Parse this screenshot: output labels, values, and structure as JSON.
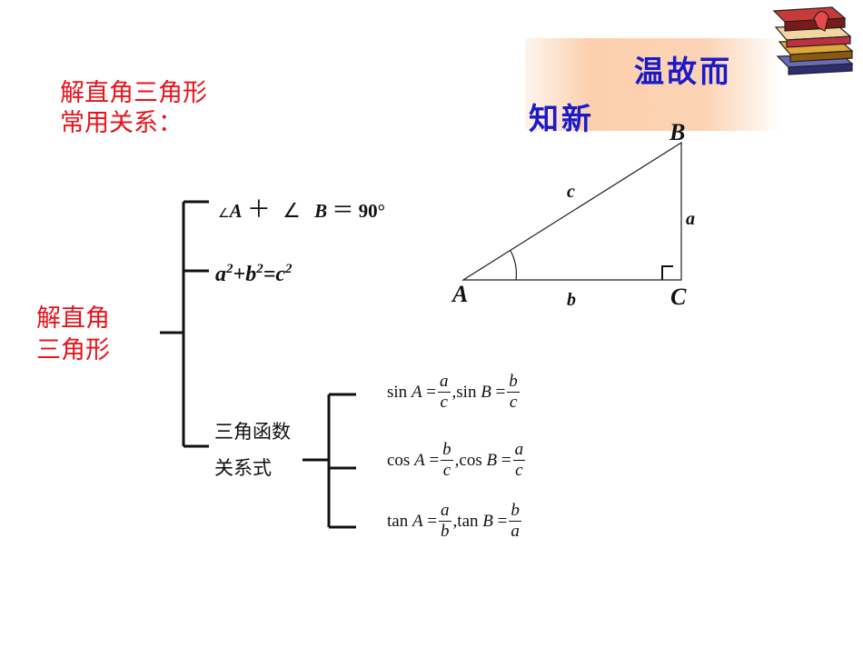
{
  "title": {
    "line1": "解直角三角形",
    "line2": "常用关系："
  },
  "banner": {
    "line1": "温故而",
    "line2": "知新"
  },
  "left_label": {
    "line1": "解直角",
    "line2": "三角形"
  },
  "relations": {
    "angle_sum": {
      "angle_a_symbol": "∠",
      "a": "A",
      "plus": "＋",
      "angle_b_symbol": "∠",
      "b": "B",
      "equals": "＝",
      "value": "90°"
    },
    "pythagoras": {
      "a": "a",
      "sup_a": "2",
      "plus": "+",
      "b": "b",
      "sup_b": "2",
      "eq": "=",
      "c": "c",
      "sup_c": "2"
    }
  },
  "trig_label": {
    "line1": "三角函数",
    "line2": "关系式"
  },
  "trig_rows": [
    {
      "f1": "sin",
      "v1": "A",
      "n1": "a",
      "d1": "c",
      "f2": "sin",
      "v2": "B",
      "n2": "b",
      "d2": "c"
    },
    {
      "f1": "cos",
      "v1": "A",
      "n1": "b",
      "d1": "c",
      "f2": "cos",
      "v2": "B",
      "n2": "a",
      "d2": "c"
    },
    {
      "f1": "tan",
      "v1": "A",
      "n1": "a",
      "d1": "b",
      "f2": "tan",
      "v2": "B",
      "n2": "b",
      "d2": "a"
    }
  ],
  "triangle": {
    "vertex_a": "A",
    "vertex_b": "B",
    "vertex_c": "C",
    "side_a": "a",
    "side_b": "b",
    "side_c": "c"
  },
  "icons": {
    "books": "books-stack-icon"
  }
}
